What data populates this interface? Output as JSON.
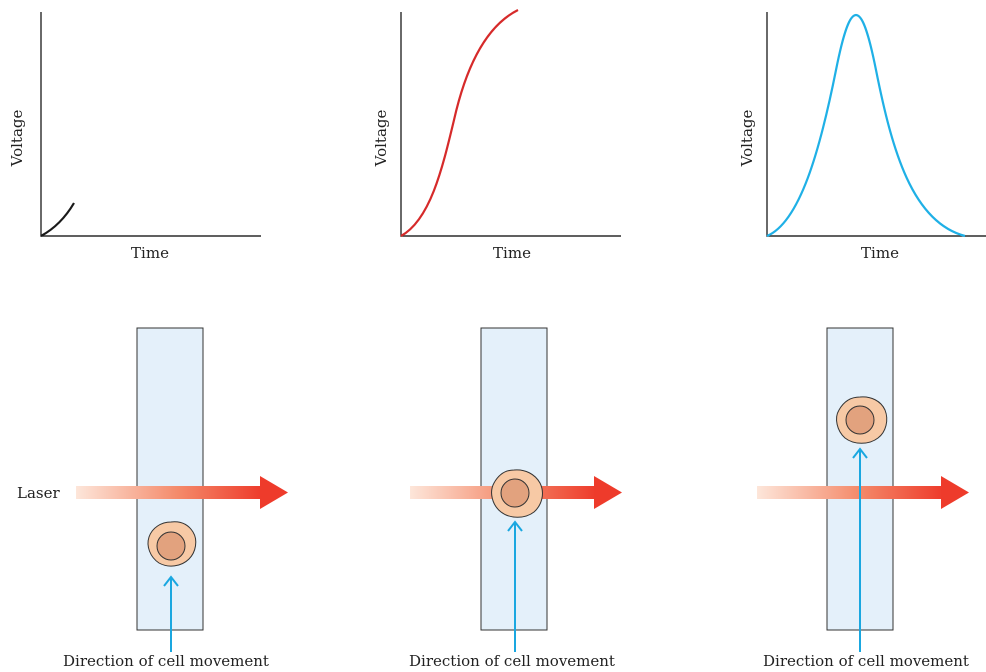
{
  "colors": {
    "curve_stage1": "#1a1a1a",
    "curve_stage2": "#d62a2a",
    "curve_stage3": "#1fb0e6",
    "laser_start": "#fde4d8",
    "laser_end": "#ee3b2b",
    "channel_fill": "#e4f0fa",
    "pointer": "#1aa7e0"
  },
  "panels": [
    {
      "graph": {
        "y_label": "Voltage",
        "x_label": "Time",
        "curve": "initial rise"
      },
      "cell_position": "below laser",
      "arrow_label": "Direction of cell movement"
    },
    {
      "graph": {
        "y_label": "Voltage",
        "x_label": "Time",
        "curve": "rising (S-shaped)"
      },
      "cell_position": "in laser",
      "arrow_label": "Direction of cell movement"
    },
    {
      "graph": {
        "y_label": "Voltage",
        "x_label": "Time",
        "curve": "full pulse (peak)"
      },
      "cell_position": "above laser",
      "arrow_label": "Direction of cell movement"
    }
  ],
  "laser_label": "Laser"
}
